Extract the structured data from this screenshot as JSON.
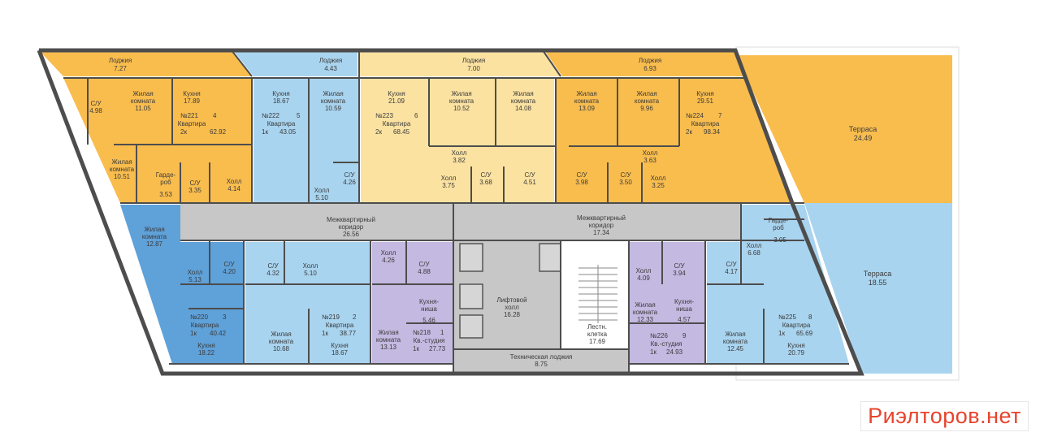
{
  "colors": {
    "orange": "#f9bd4e",
    "light_yellow": "#fbe2a1",
    "light_blue": "#a9d4ef",
    "blue": "#5fa1d9",
    "lavender": "#c4b9e1",
    "corridor": "#c7c7c7",
    "wall": "#4d4d4d",
    "watermark": "#e8432c"
  },
  "loggias": {
    "l1": [
      "Лоджия",
      "7.27"
    ],
    "l2": [
      "Лоджия",
      "4.43"
    ],
    "l3": [
      "Лоджия",
      "7.00"
    ],
    "l4": [
      "Лоджия",
      "6.93"
    ]
  },
  "terraces": {
    "t1": [
      "Терраса",
      "24.49"
    ],
    "t2": [
      "Терраса",
      "18.55"
    ]
  },
  "corridors": {
    "left": [
      "Межквартирный",
      "коридор",
      "26.56"
    ],
    "right": [
      "Межквартирный",
      "коридор",
      "17.34"
    ],
    "elevator_hall": [
      "Лифтовой",
      "холл",
      "16.28"
    ],
    "stairs": [
      "Лестн.",
      "клетка",
      "17.69"
    ],
    "tech_loggia": [
      "Техническая лоджия",
      "8.75"
    ]
  },
  "apartments": {
    "a221": {
      "tag": "№221",
      "num": "4",
      "type": "Квартира",
      "rooms": "2к",
      "area": "62.92",
      "cu1": [
        "С/У",
        "4.98"
      ],
      "living1": [
        "Жилая",
        "комната",
        "11.05"
      ],
      "kitchen": [
        "Кухня",
        "17.89"
      ],
      "living2": [
        "Жилая",
        "комната",
        "10.51"
      ],
      "wardrobe": [
        "Гарде-",
        "роб",
        "3.53"
      ],
      "cu2": [
        "С/У",
        "3.35"
      ],
      "hall": [
        "Холл",
        "4.14"
      ]
    },
    "a222": {
      "tag": "№222",
      "num": "5",
      "type": "Квартира",
      "rooms": "1к",
      "area": "43.05",
      "kitchen": [
        "Кухня",
        "18.67"
      ],
      "living": [
        "Жилая",
        "комната",
        "10.59"
      ],
      "cu": [
        "С/У",
        "4.26"
      ],
      "hall": [
        "Холл",
        "5.10"
      ]
    },
    "a223": {
      "tag": "№223",
      "num": "6",
      "type": "Квартира",
      "rooms": "2к",
      "area": "68.45",
      "kitchen": [
        "Кухня",
        "21.09"
      ],
      "living1": [
        "Жилая",
        "комната",
        "10.52"
      ],
      "living2": [
        "Жилая",
        "комната",
        "14.08"
      ],
      "hall1": [
        "Холл",
        "3.82"
      ],
      "hall2": [
        "Холл",
        "3.75"
      ],
      "cu1": [
        "С/У",
        "3.68"
      ],
      "cu2": [
        "С/У",
        "4.51"
      ]
    },
    "a224": {
      "tag": "№224",
      "num": "7",
      "type": "Квартира",
      "rooms": "2к",
      "area": "98.34",
      "living1": [
        "Жилая",
        "комната",
        "13.09"
      ],
      "living2": [
        "Жилая",
        "комната",
        "9.96"
      ],
      "kitchen": [
        "Кухня",
        "29.51"
      ],
      "hall1": [
        "Холл",
        "3.63"
      ],
      "cu1": [
        "С/У",
        "3.98"
      ],
      "cu2": [
        "С/У",
        "3.50"
      ],
      "hall2": [
        "Холл",
        "3.25"
      ]
    },
    "a220": {
      "tag": "№220",
      "num": "3",
      "type": "Квартира",
      "rooms": "1к",
      "area": "40.42",
      "living": [
        "Жилая",
        "комната",
        "12.87"
      ],
      "hall": [
        "Холл",
        "5.13"
      ],
      "cu": [
        "С/У",
        "4.20"
      ],
      "kitchen": [
        "Кухня",
        "18.22"
      ]
    },
    "a219": {
      "tag": "№219",
      "num": "2",
      "type": "Квартира",
      "rooms": "1к",
      "area": "38.77",
      "cu": [
        "С/У",
        "4.32"
      ],
      "hall": [
        "Холл",
        "5.10"
      ],
      "living": [
        "Жилая",
        "комната",
        "10.68"
      ],
      "kitchen": [
        "Кухня",
        "18.67"
      ]
    },
    "a218": {
      "tag": "№218",
      "num": "1",
      "type": "Кв.-студия",
      "rooms": "1к",
      "area": "27.73",
      "hall": [
        "Холл",
        "4.26"
      ],
      "cu": [
        "С/У",
        "4.88"
      ],
      "niche": [
        "Кухня-",
        "ниша",
        "5.46"
      ],
      "living": [
        "Жилая",
        "комната",
        "13.13"
      ]
    },
    "a226": {
      "tag": "№226",
      "num": "9",
      "type": "Кв.-студия",
      "rooms": "1к",
      "area": "24.93",
      "hall": [
        "Холл",
        "4.09"
      ],
      "cu": [
        "С/У",
        "3.94"
      ],
      "living": [
        "Жилая",
        "комната",
        "12.33"
      ],
      "niche": [
        "Кухня-",
        "ниша",
        "4.57"
      ]
    },
    "a225": {
      "tag": "№225",
      "num": "8",
      "type": "Квартира",
      "rooms": "1к",
      "area": "65.69",
      "wardrobe": [
        "Гарде-",
        "роб",
        "3.05"
      ],
      "hall1": [
        "Холл",
        "6.68"
      ],
      "cu": [
        "С/У",
        "4.17"
      ],
      "living": [
        "Жилая",
        "комната",
        "12.45"
      ],
      "kitchen": [
        "Кухня",
        "20.79"
      ]
    }
  },
  "watermark": "Риэлторов.нет"
}
